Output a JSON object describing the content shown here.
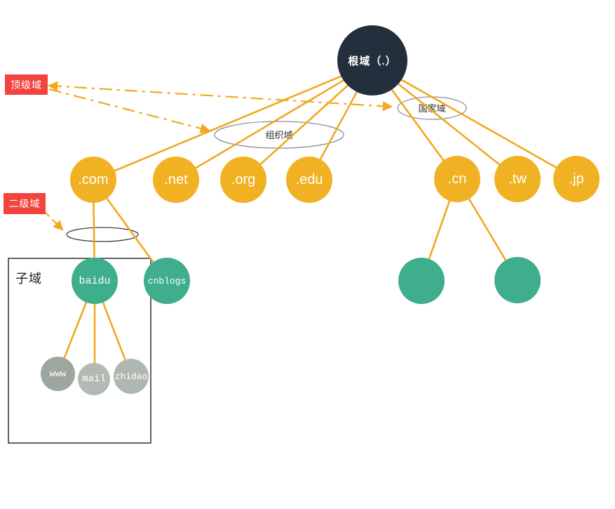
{
  "diagram": {
    "type": "dns-hierarchy-tree",
    "root": {
      "label": "根域（.）"
    },
    "annotations": {
      "top_level_domain": "顶级域",
      "second_level_domain": "二级域",
      "subdomain": "子域",
      "org_domain": "组织域",
      "country_domain": "国家域"
    },
    "tld_nodes": [
      {
        "label": ".com"
      },
      {
        "label": ".net"
      },
      {
        "label": ".org"
      },
      {
        "label": ".edu"
      },
      {
        "label": ".cn"
      },
      {
        "label": ".tw"
      },
      {
        "label": ".jp"
      }
    ],
    "second_level_nodes": [
      {
        "label": "baidu"
      },
      {
        "label": "cnblogs"
      },
      {
        "label": ""
      },
      {
        "label": ""
      }
    ],
    "subdomain_nodes": [
      {
        "label": "www"
      },
      {
        "label": "mail"
      },
      {
        "label": "zhidao"
      }
    ],
    "edges": {
      "solid": [
        [
          "root",
          ".com"
        ],
        [
          "root",
          ".net"
        ],
        [
          "root",
          ".org"
        ],
        [
          "root",
          ".edu"
        ],
        [
          "root",
          ".cn"
        ],
        [
          "root",
          ".tw"
        ],
        [
          "root",
          ".jp"
        ],
        [
          ".com",
          "baidu"
        ],
        [
          ".com",
          "cnblogs"
        ],
        [
          "baidu",
          "www"
        ],
        [
          "baidu",
          "mail"
        ],
        [
          "baidu",
          "zhidao"
        ],
        [
          ".cn",
          "unlabeled-1"
        ],
        [
          ".cn",
          "unlabeled-2"
        ]
      ],
      "dashed_arrows": [
        [
          "顶级域",
          "国家域"
        ],
        [
          "顶级域",
          "组织域"
        ],
        [
          "二级域",
          "second-level-ellipse"
        ]
      ]
    },
    "colors": {
      "root_fill": "#232f3c",
      "tld_fill": "#f0b122",
      "second_level_fill": "#3eae8d",
      "subdomain_fill": "#9da79e",
      "annotation_label_fill": "#f3433f",
      "edge_stroke": "#f2a820",
      "ellipse_stroke": "#8a9199",
      "box_stroke": "#2f2f2f"
    }
  }
}
